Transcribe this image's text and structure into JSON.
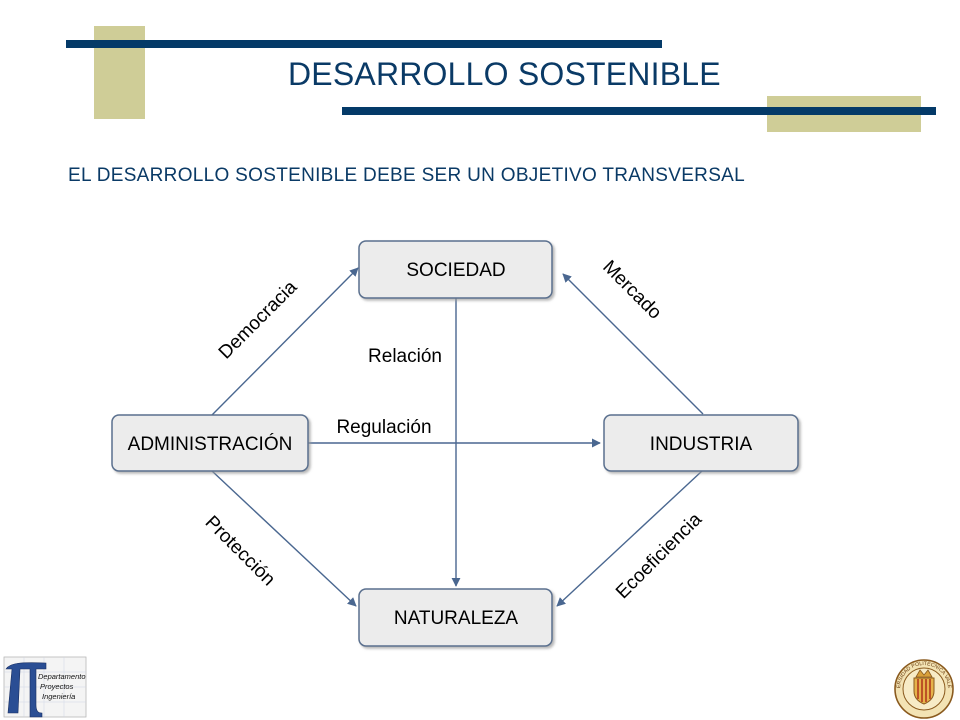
{
  "slide": {
    "title": "DESARROLLO SOSTENIBLE",
    "subtitle": "EL DESARROLLO SOSTENIBLE DEBE SER UN OBJETIVO TRANSVERSAL"
  },
  "diagram": {
    "nodes": {
      "sociedad": "SOCIEDAD",
      "administracion": "ADMINISTRACIÓN",
      "industria": "INDUSTRIA",
      "naturaleza": "NATURALEZA"
    },
    "edges": {
      "democracia": "Democracia",
      "mercado": "Mercado",
      "relacion": "Relación",
      "regulacion": "Regulación",
      "proteccion": "Protección",
      "ecoeficiencia": "Ecoeficiencia"
    }
  },
  "logos": {
    "left": {
      "icon": "pi-department-logo-icon",
      "lines": [
        "Departamento",
        "Proyectos",
        "Ingeniería"
      ]
    },
    "right": {
      "icon": "university-seal-icon",
      "lettering": "UNIVERSIDAD POLITÉCNICA VALENCIA"
    }
  },
  "colors": {
    "navy": "#043a68",
    "khaki": "#cfcd97",
    "node_fill": "#ececec",
    "arrow": "#4a6790"
  }
}
